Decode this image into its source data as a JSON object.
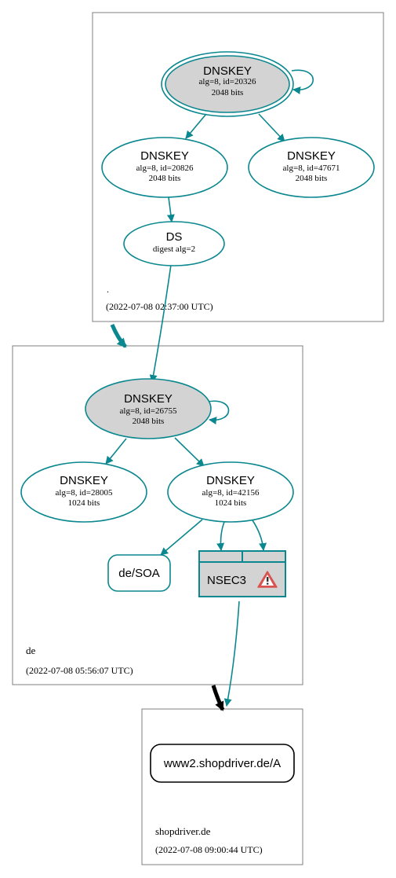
{
  "colors": {
    "edge": "#0a878f",
    "node_fill_ksk": "#d3d3d3",
    "zone_border": "#7f7f7f",
    "warning_fill": "#d9534f",
    "delegation": "#000000"
  },
  "zones": {
    "root": {
      "name": ".",
      "timestamp": "(2022-07-08 02:37:00 UTC)"
    },
    "de": {
      "name": "de",
      "timestamp": "(2022-07-08 05:56:07 UTC)"
    },
    "shopdriver": {
      "name": "shopdriver.de",
      "timestamp": "(2022-07-08 09:00:44 UTC)"
    }
  },
  "nodes": {
    "root_ksk": {
      "title": "DNSKEY",
      "line1": "alg=8, id=20326",
      "line2": "2048 bits"
    },
    "root_zsk1": {
      "title": "DNSKEY",
      "line1": "alg=8, id=20826",
      "line2": "2048 bits"
    },
    "root_zsk2": {
      "title": "DNSKEY",
      "line1": "alg=8, id=47671",
      "line2": "2048 bits"
    },
    "root_ds": {
      "title": "DS",
      "line1": "digest alg=2"
    },
    "de_ksk": {
      "title": "DNSKEY",
      "line1": "alg=8, id=26755",
      "line2": "2048 bits"
    },
    "de_zsk1": {
      "title": "DNSKEY",
      "line1": "alg=8, id=28005",
      "line2": "1024 bits"
    },
    "de_zsk2": {
      "title": "DNSKEY",
      "line1": "alg=8, id=42156",
      "line2": "1024 bits"
    },
    "de_soa": {
      "label": "de/SOA"
    },
    "nsec3": {
      "label": "NSEC3"
    },
    "www_a": {
      "label": "www2.shopdriver.de/A"
    }
  }
}
